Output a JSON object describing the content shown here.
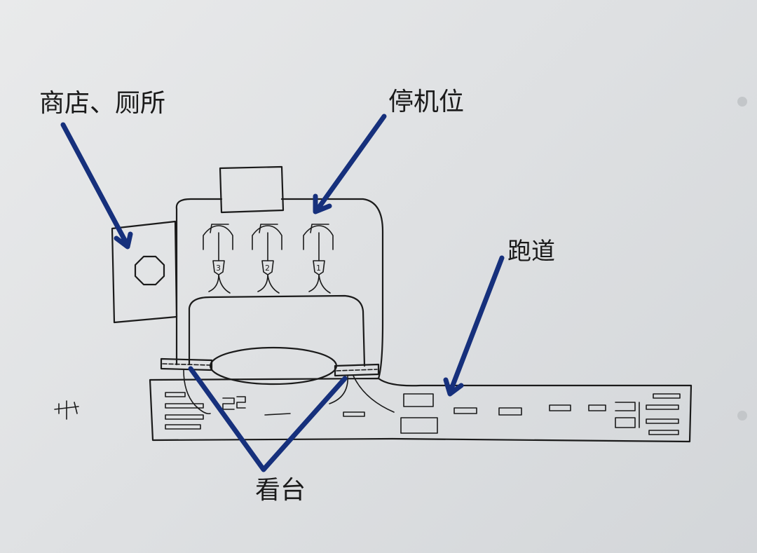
{
  "labels": {
    "shop_toilet": "商店、厕所",
    "parking_stand": "停机位",
    "runway": "跑道",
    "grandstand": "看台"
  },
  "stand_numbers": [
    "3",
    "2",
    "1"
  ],
  "colors": {
    "paper": "#e3e5e7",
    "pen": "#1b1b1b",
    "arrow": "#16307c"
  },
  "icons": {
    "shop_marker": "octagon-icon",
    "plane_marker": "airplane-icon"
  }
}
